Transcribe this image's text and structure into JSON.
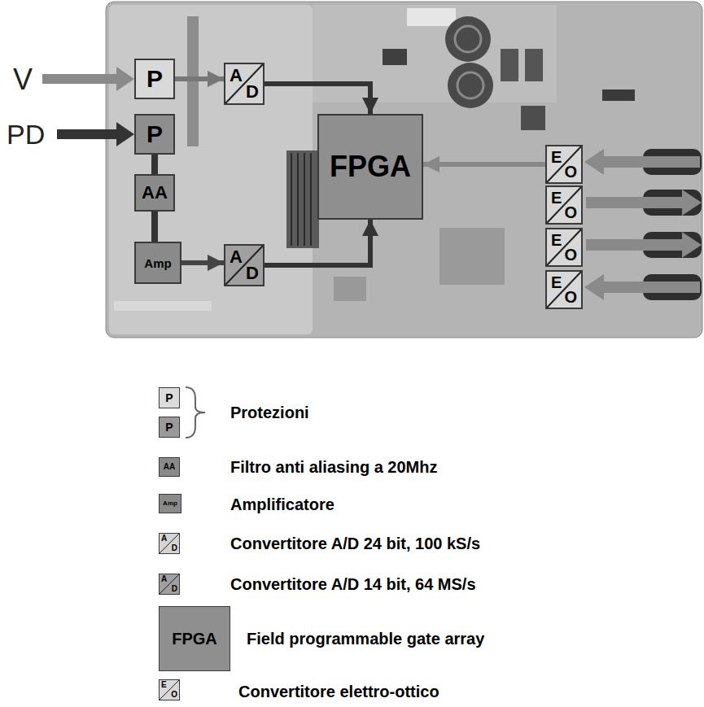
{
  "diagram": {
    "nodes": [
      {
        "text": [
          "P"
        ]
      },
      {
        "text": [
          "P"
        ]
      },
      {
        "text": [
          "AA"
        ]
      },
      {
        "text": [
          "Amp"
        ]
      },
      {
        "text": [
          "A",
          "D"
        ]
      },
      {
        "text": [
          "A",
          "D"
        ]
      },
      {
        "text": [
          "FPGA"
        ]
      },
      {
        "text": [
          "E",
          "O"
        ]
      },
      {
        "text": [
          "E",
          "O"
        ]
      },
      {
        "text": [
          "E",
          "O"
        ]
      },
      {
        "text": [
          "E",
          "O"
        ]
      }
    ],
    "edges": [
      {
        "from": 0,
        "to": 4,
        "arrow": "to"
      },
      {
        "from": 1,
        "to": 2,
        "arrow": "none"
      },
      {
        "from": 2,
        "to": 3,
        "arrow": "none"
      },
      {
        "from": 3,
        "to": 5,
        "arrow": "to"
      },
      {
        "from": 4,
        "to": 6,
        "arrow": "to"
      },
      {
        "from": 5,
        "to": 6,
        "arrow": "to"
      },
      {
        "from": 7,
        "to": 6,
        "arrow": "to"
      }
    ],
    "labels": [
      "V",
      "PD",
      "P",
      "P",
      "AA",
      "Amp",
      "A",
      "D",
      "A",
      "D",
      "FPGA",
      "E",
      "O"
    ],
    "legend": [
      {
        "text": "Protezioni",
        "color": "#dcdcdc"
      },
      {
        "text": "Filtro anti aliasing a 20Mhz",
        "color": "#8a8a8a"
      },
      {
        "text": "Amplificatore",
        "color": "#8a8a8a"
      },
      {
        "text": "Convertitore A/D 24 bit, 100 kS/s",
        "color": "#d4d4d4"
      },
      {
        "text": "Convertitore A/D 14 bit, 64 MS/s",
        "color": "#a0a0a0"
      },
      {
        "text": "Field programmable gate array",
        "color": "#8f8f8f"
      },
      {
        "text": "Convertitore elettro-ottico",
        "color": "#d8d8d8"
      }
    ]
  }
}
